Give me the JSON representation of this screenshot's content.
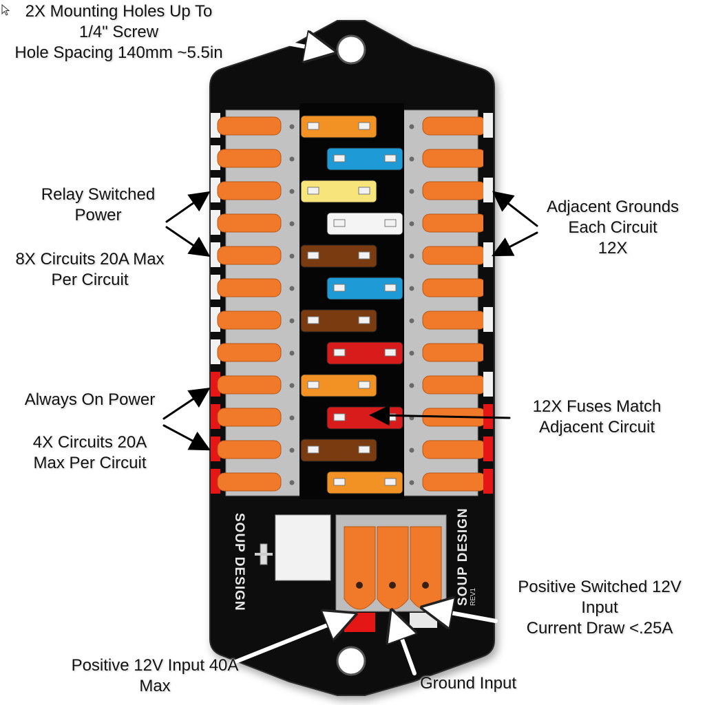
{
  "annotations": {
    "mounting": [
      "2X Mounting Holes Up To",
      "1/4\" Screw",
      "Hole Spacing 140mm ~5.5in"
    ],
    "relay": [
      "Relay Switched",
      "Power"
    ],
    "relay_circuits": [
      "8X Circuits 20A Max",
      "Per Circuit"
    ],
    "always_on": [
      "Always On Power"
    ],
    "always_circuits": [
      "4X Circuits 20A",
      "Max Per Circuit"
    ],
    "grounds": [
      "Adjacent Grounds",
      "Each Circuit",
      "12X"
    ],
    "fuses": [
      "12X Fuses Match",
      "Adjacent Circuit"
    ],
    "switched_input": [
      "Positive Switched 12V",
      "Input",
      "Current Draw <.25A"
    ],
    "positive_input": [
      "Positive 12V Input 40A",
      "Max"
    ],
    "ground_input": [
      "Ground Input"
    ]
  },
  "board_text": {
    "brand_left": "SOUP DESIGN",
    "brand_right": "SOUP DESIGN",
    "revision": "REV1"
  },
  "colors": {
    "board": "#0d0d0d",
    "lever": "#f07a2a",
    "terminal_body": "#c2c2c2",
    "fuses": [
      "#f39224",
      "#1e9ad6",
      "#f7e57c",
      "#f4f4f4",
      "#7a3b10",
      "#1e9ad6",
      "#7a3b10",
      "#d81b1b",
      "#f39224",
      "#d81b1b",
      "#7a3b10",
      "#f39224"
    ],
    "left_tabs": [
      "white",
      "white",
      "white",
      "white",
      "white",
      "white",
      "white",
      "white",
      "red",
      "red",
      "red",
      "red"
    ]
  }
}
